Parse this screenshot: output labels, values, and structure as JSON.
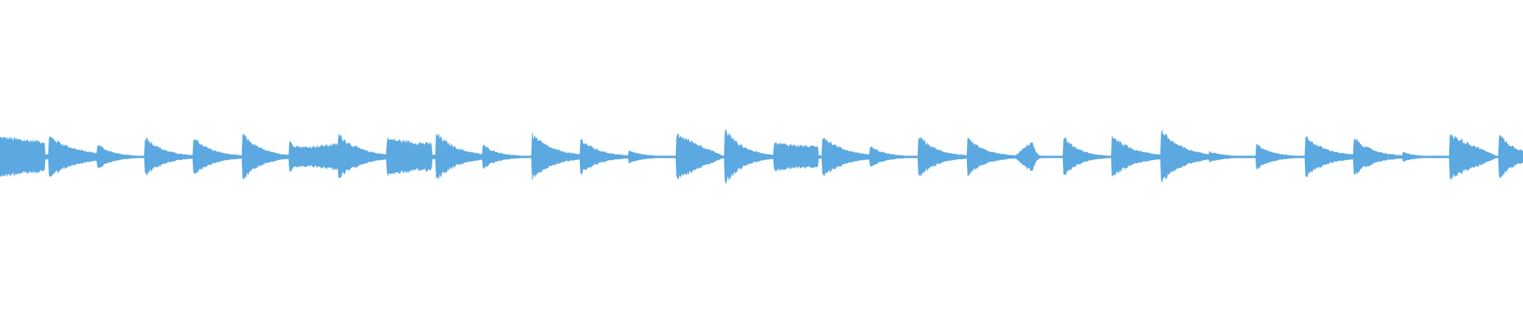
{
  "waveform": {
    "color": "#5ba9e0",
    "background": "#ffffff",
    "baseline_amplitude": 0.01,
    "hits": [
      {
        "t": 0.0,
        "peak": 0.65,
        "shape": "sustain",
        "decay": 0.04
      },
      {
        "t": 0.032,
        "peak": 0.7,
        "shape": "decay",
        "decay": 0.018
      },
      {
        "t": 0.064,
        "peak": 0.42,
        "shape": "decay",
        "decay": 0.01
      },
      {
        "t": 0.095,
        "peak": 0.68,
        "shape": "decay",
        "decay": 0.012
      },
      {
        "t": 0.127,
        "peak": 0.65,
        "shape": "decay",
        "decay": 0.012
      },
      {
        "t": 0.159,
        "peak": 0.78,
        "shape": "decay",
        "decay": 0.012
      },
      {
        "t": 0.19,
        "peak": 0.7,
        "shape": "grow",
        "decay": 0.03
      },
      {
        "t": 0.222,
        "peak": 0.76,
        "shape": "decay",
        "decay": 0.014
      },
      {
        "t": 0.254,
        "peak": 0.6,
        "shape": "sustain",
        "decay": 0.03
      },
      {
        "t": 0.286,
        "peak": 0.8,
        "shape": "decay",
        "decay": 0.014
      },
      {
        "t": 0.317,
        "peak": 0.4,
        "shape": "decay",
        "decay": 0.01
      },
      {
        "t": 0.349,
        "peak": 0.76,
        "shape": "decay",
        "decay": 0.014
      },
      {
        "t": 0.381,
        "peak": 0.6,
        "shape": "decay",
        "decay": 0.012
      },
      {
        "t": 0.413,
        "peak": 0.2,
        "shape": "decay",
        "decay": 0.01
      },
      {
        "t": 0.444,
        "peak": 0.74,
        "shape": "ramp",
        "decay": 0.03
      },
      {
        "t": 0.476,
        "peak": 0.92,
        "shape": "decay",
        "decay": 0.012
      },
      {
        "t": 0.508,
        "peak": 0.46,
        "shape": "sustain",
        "decay": 0.03
      },
      {
        "t": 0.54,
        "peak": 0.7,
        "shape": "decay",
        "decay": 0.014
      },
      {
        "t": 0.571,
        "peak": 0.36,
        "shape": "decay",
        "decay": 0.01
      },
      {
        "t": 0.603,
        "peak": 0.7,
        "shape": "decay",
        "decay": 0.012
      },
      {
        "t": 0.635,
        "peak": 0.62,
        "shape": "decay",
        "decay": 0.012
      },
      {
        "t": 0.667,
        "peak": 0.52,
        "shape": "tri",
        "decay": 0.01
      },
      {
        "t": 0.698,
        "peak": 0.68,
        "shape": "decay",
        "decay": 0.01
      },
      {
        "t": 0.73,
        "peak": 0.72,
        "shape": "decay",
        "decay": 0.014
      },
      {
        "t": 0.762,
        "peak": 0.9,
        "shape": "decay",
        "decay": 0.014
      },
      {
        "t": 0.794,
        "peak": 0.18,
        "shape": "decay",
        "decay": 0.01
      },
      {
        "t": 0.825,
        "peak": 0.44,
        "shape": "decay",
        "decay": 0.01
      },
      {
        "t": 0.857,
        "peak": 0.68,
        "shape": "decay",
        "decay": 0.014
      },
      {
        "t": 0.889,
        "peak": 0.64,
        "shape": "decay",
        "decay": 0.012
      },
      {
        "t": 0.921,
        "peak": 0.16,
        "shape": "decay",
        "decay": 0.008
      },
      {
        "t": 0.952,
        "peak": 0.72,
        "shape": "ramp",
        "decay": 0.03
      },
      {
        "t": 0.984,
        "peak": 0.76,
        "shape": "decay",
        "decay": 0.012
      }
    ]
  }
}
